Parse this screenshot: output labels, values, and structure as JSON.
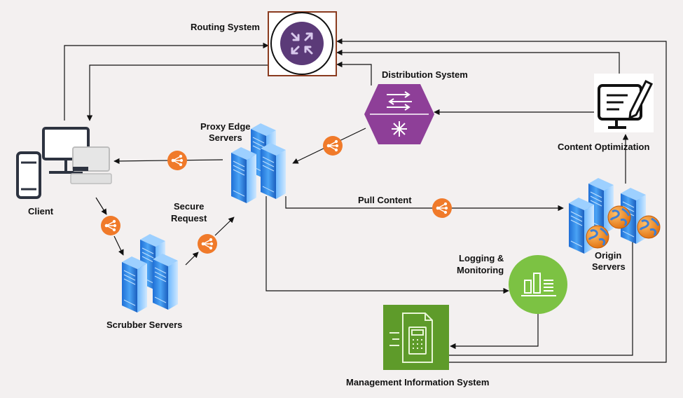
{
  "labels": {
    "routing": "Routing System",
    "distribution": "Distribution System",
    "proxy_l1": "Proxy Edge",
    "proxy_l2": "Servers",
    "content_opt": "Content Optimization",
    "client": "Client",
    "secure_l1": "Secure",
    "secure_l2": "Request",
    "pull": "Pull Content",
    "logging_l1": "Logging &",
    "logging_l2": "Monitoring",
    "origin_l1": "Origin",
    "origin_l2": "Servers",
    "scrubber": "Scrubber Servers",
    "mis": "Management Information System"
  },
  "colors": {
    "background": "#f3f0f0",
    "connector": "#111111",
    "node_orange": "#f07a2a",
    "router_purple": "#5b3a78",
    "router_border": "#8a3b1f",
    "distribution_purple": "#8e3f98",
    "server_blue": "#2f86e0",
    "logging_green": "#7cc243",
    "mis_green": "#5e9b2a",
    "globe_orange": "#f08a24"
  },
  "icons": {
    "routing": "router-icon",
    "distribution": "switch-icon",
    "content_opt": "monitor-pen-icon",
    "client": "client-devices-icon",
    "servers": "server-cluster-icon",
    "load_balancer": "load-balancer-icon",
    "logging": "bar-chart-icon",
    "mis": "report-document-icon",
    "globe": "globe-icon"
  }
}
